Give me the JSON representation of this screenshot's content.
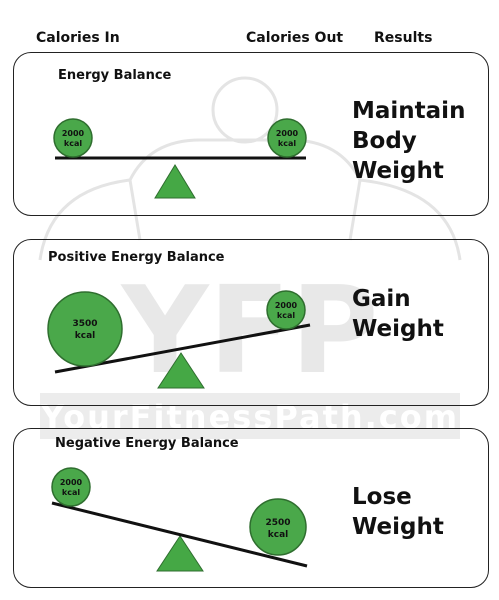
{
  "headers": {
    "calories_in": "Calories In",
    "calories_out": "Calories Out",
    "results": "Results"
  },
  "colors": {
    "circle_fill": "#4aa84a",
    "circle_stroke": "#2f6e2f",
    "triangle_fill": "#45a845",
    "border": "#222222"
  },
  "watermark": {
    "text": "YourFitnessPath.com",
    "logo": "YFP"
  },
  "panels": [
    {
      "title": "Energy Balance",
      "left": {
        "value": "2000",
        "unit": "kcal"
      },
      "right": {
        "value": "2000",
        "unit": "kcal"
      },
      "result_line1": "Maintain",
      "result_line2": "Body",
      "result_line3": "Weight"
    },
    {
      "title": "Positive Energy Balance",
      "left": {
        "value": "3500",
        "unit": "kcal"
      },
      "right": {
        "value": "2000",
        "unit": "kcal"
      },
      "result_line1": "Gain",
      "result_line2": "Weight"
    },
    {
      "title": "Negative Energy Balance",
      "left": {
        "value": "2000",
        "unit": "kcal"
      },
      "right": {
        "value": "2500",
        "unit": "kcal"
      },
      "result_line1": "Lose",
      "result_line2": "Weight"
    }
  ]
}
